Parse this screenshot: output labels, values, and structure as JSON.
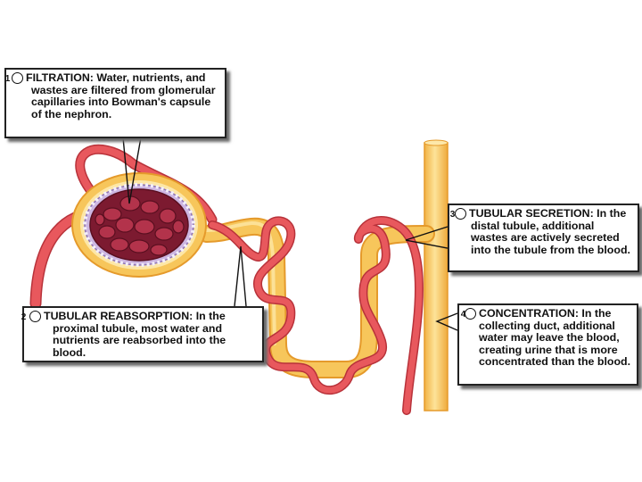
{
  "callouts": {
    "filtration": {
      "number": "1",
      "heading": "FILTRATION:",
      "text": " Water, nutrients, and wastes are filtered from glomerular capillaries into Bowman's capsule of the nephron."
    },
    "reabsorption": {
      "number": "2",
      "heading": "TUBULAR REABSORPTION:",
      "text": " In the proximal tubule, most water and nutrients are reabsorbed into the blood."
    },
    "secretion": {
      "number": "3",
      "heading": "TUBULAR SECRETION:",
      "text": " In the distal tubule, additional wastes are actively secreted into the tubule from the blood."
    },
    "concentration": {
      "number": "4",
      "heading": "CONCENTRATION:",
      "text": " In the collecting duct, additional water may leave the blood, creating urine that is more concentrated than the blood."
    }
  },
  "colors": {
    "tubule_fill": "#f7c65b",
    "tubule_edge": "#e59a2b",
    "vessel_fill": "#e8585d",
    "vessel_edge": "#b8323a",
    "glomerulus": "#8e1e35",
    "capsule_cells": "#b9a3d6"
  }
}
